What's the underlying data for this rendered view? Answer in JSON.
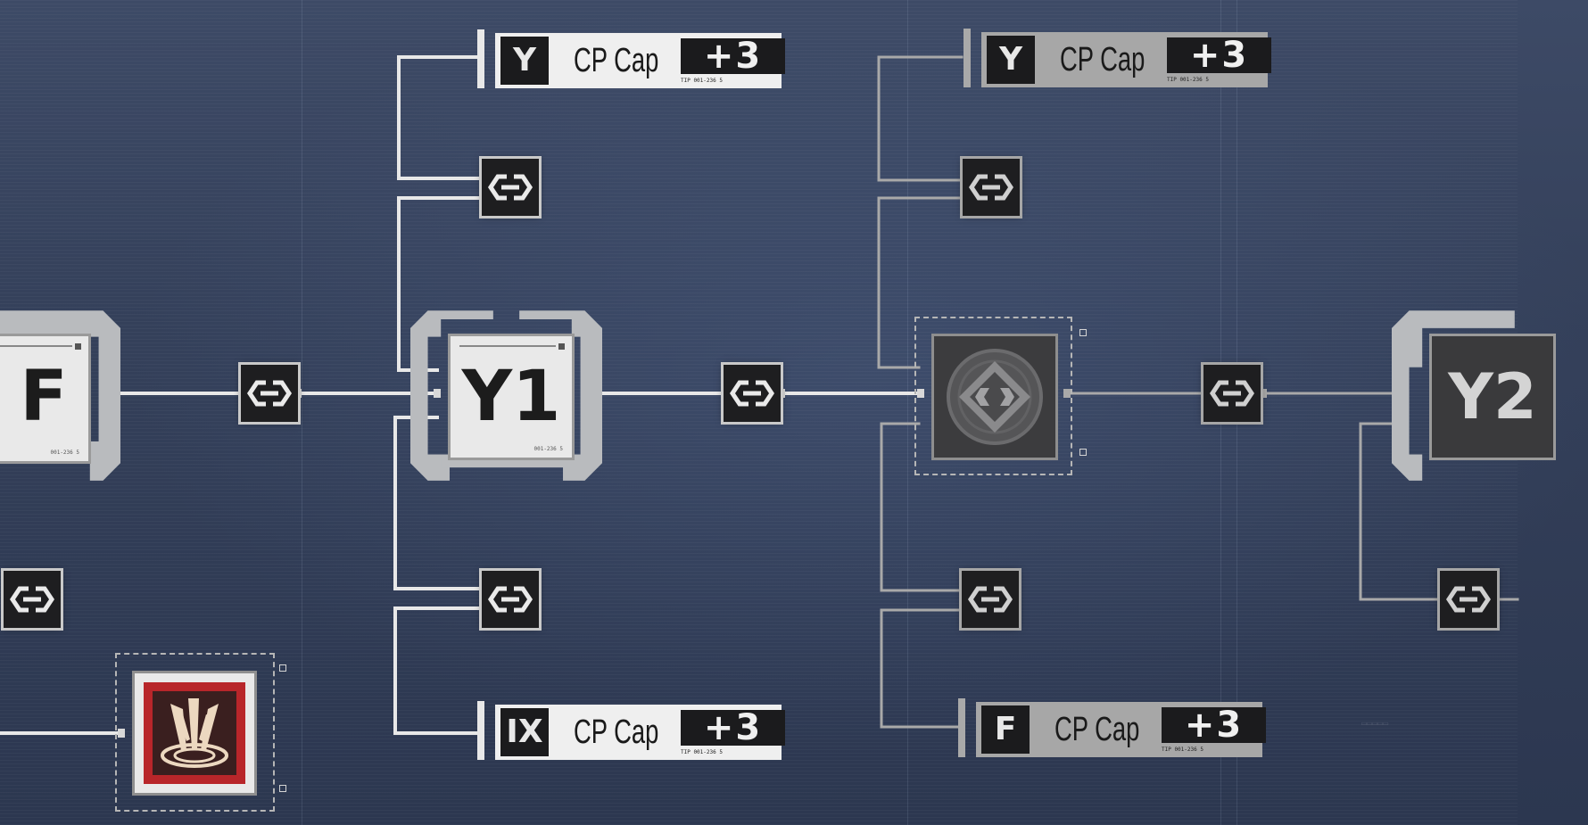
{
  "skill_tree": {
    "nodes": {
      "core_f": {
        "glyph": "F",
        "serial": "001-236 5"
      },
      "core_y1": {
        "glyph": "Y1",
        "serial": "001-236 5"
      },
      "core_locked": {
        "glyph": "locked-core-icon"
      },
      "core_y2": {
        "glyph": "Y2"
      },
      "ultimate": {
        "glyph": "shout-emblem-icon"
      }
    },
    "cp_cards": [
      {
        "icon": "Y",
        "label": "CP Cap",
        "value": "+3",
        "serial": "TIP  001-236 5"
      },
      {
        "icon": "Y",
        "label": "CP Cap",
        "value": "+3",
        "serial": "TIP  001-236 5"
      },
      {
        "icon": "IX",
        "label": "CP Cap",
        "value": "+3",
        "serial": "TIP  001-236 5"
      },
      {
        "icon": "F",
        "label": "CP Cap",
        "value": "+3",
        "serial": "TIP  001-236 5"
      }
    ],
    "link_icon": "chain-link-icon"
  },
  "colors": {
    "background": "#34405a",
    "wire_bright": "#e6e6e6",
    "wire_dim": "#a9a9a9",
    "card_bright": "#efefef",
    "card_dim": "#a7a7a7",
    "ultimate_red": "#b8262a"
  }
}
